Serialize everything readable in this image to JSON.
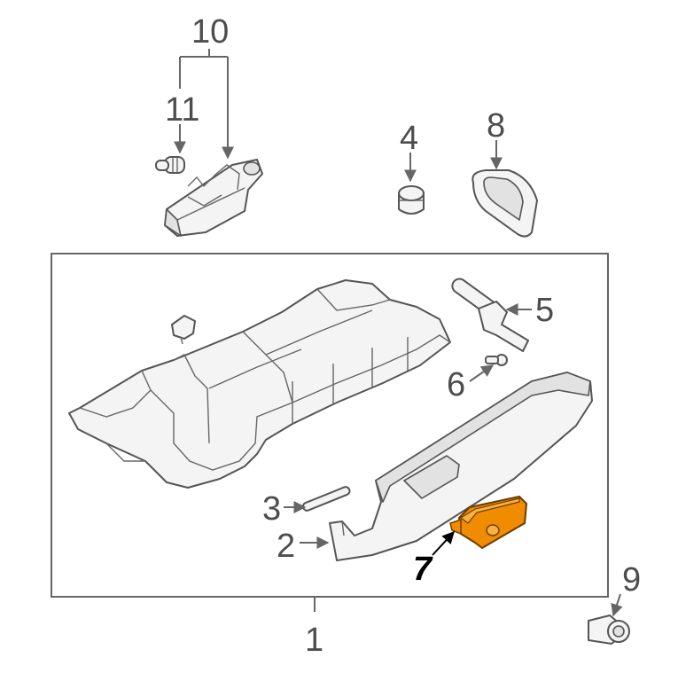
{
  "callouts": [
    {
      "id": "1",
      "text": "1"
    },
    {
      "id": "2",
      "text": "2"
    },
    {
      "id": "3",
      "text": "3"
    },
    {
      "id": "4",
      "text": "4"
    },
    {
      "id": "5",
      "text": "5"
    },
    {
      "id": "6",
      "text": "6"
    },
    {
      "id": "7",
      "text": "7"
    },
    {
      "id": "8",
      "text": "8"
    },
    {
      "id": "9",
      "text": "9"
    },
    {
      "id": "10",
      "text": "10"
    },
    {
      "id": "11",
      "text": "11"
    }
  ],
  "colors": {
    "highlight_part": "#f08c00",
    "outline": "#555555",
    "callout_text": "#4d4d4d",
    "highlight_callout": "#000000"
  },
  "highlighted_callout": "7"
}
